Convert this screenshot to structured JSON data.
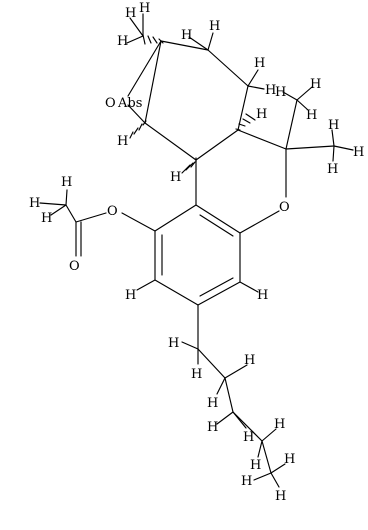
{
  "molecule": {
    "atom_labels": {
      "abs": "Abs",
      "epoxide_oxygen": "O",
      "ring_oxygen": "O",
      "ester_oxygen": "O",
      "carbonyl_oxygen": "O"
    },
    "h": "H"
  },
  "colors": {
    "ink": "#000000",
    "background": "#ffffff"
  }
}
